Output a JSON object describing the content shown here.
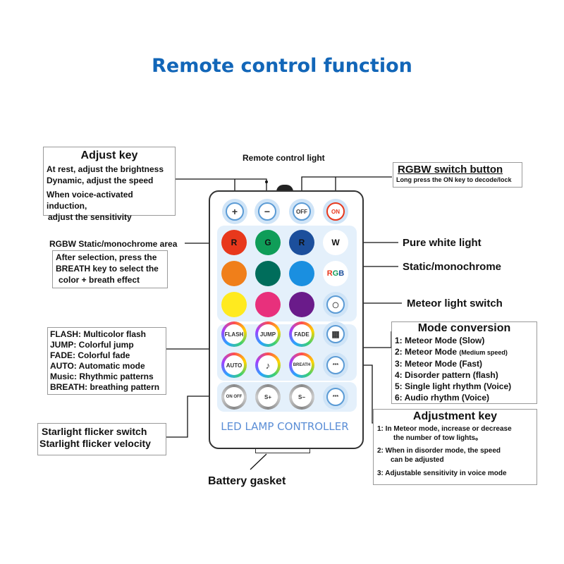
{
  "title": "Remote control function",
  "labels": {
    "remote_light": "Remote control light",
    "rgbw_switch_title": "RGBW switch button",
    "rgbw_switch_desc": "Long press the ON key to decode/lock",
    "pure_white": "Pure white light",
    "static_mono": "Static/monochrome",
    "meteor_switch": "Meteor light switch",
    "rgbw_area": "RGBW Static/monochrome area",
    "battery": "Battery gasket",
    "controller": "LED LAMP CONTROLLER"
  },
  "adjust_key": {
    "title": "Adjust key",
    "lines": [
      "At rest, adjust the brightness",
      "Dynamic, adjust the speed",
      "When voice-activated induction,",
      "adjust the sensitivity"
    ]
  },
  "breath_note": [
    "After selection, press the",
    "BREATH key to select the",
    "color + breath effect"
  ],
  "effects": [
    "FLASH: Multicolor flash",
    "JUMP: Colorful jump",
    "FADE: Colorful fade",
    "AUTO:  Automatic mode",
    "Music: Rhythmic patterns",
    "BREATH: breathing pattern"
  ],
  "starlight": [
    "Starlight flicker switch",
    "Starlight flicker velocity"
  ],
  "mode_conversion": {
    "title": "Mode conversion",
    "items": [
      {
        "num": "1:",
        "text": "Meteor Mode (Slow)",
        "small": ""
      },
      {
        "num": "2:",
        "text": "Meteor Mode",
        "small": "(Medium speed)"
      },
      {
        "num": "3:",
        "text": "Meteor Mode (Fast)",
        "small": ""
      },
      {
        "num": "4:",
        "text": "Disorder pattern  (flash)",
        "small": ""
      },
      {
        "num": "5:",
        "text": "Single light rhythm  (Voice)",
        "small": ""
      },
      {
        "num": "6:",
        "text": "Audio rhythm  (Voice)",
        "small": ""
      }
    ]
  },
  "adjustment_key": {
    "title": "Adjustment key",
    "items": [
      {
        "l1": "1:  In Meteor mode, increase or decrease",
        "l2": "the number of tow lights。"
      },
      {
        "l1": "2:  When in disorder mode, the speed",
        "l2": "can be adjusted"
      },
      {
        "l1": "3:  Adjustable sensitivity in voice mode",
        "l2": ""
      }
    ]
  },
  "remote": {
    "top_buttons": [
      "+",
      "−",
      "OFF",
      "ON"
    ],
    "color_letters": [
      "R",
      "G",
      "R",
      "W",
      "RGB"
    ],
    "colors": {
      "red": "#e8381c",
      "green": "#0f9d58",
      "blue": "#1c4f9c",
      "orange": "#f07f1a",
      "teal": "#006d5b",
      "sky": "#1a8fe0",
      "yellow": "#ffea1f",
      "pink": "#e8307c",
      "purple": "#6a1b8a"
    },
    "effect_buttons": [
      "FLASH",
      "JUMP",
      "FADE",
      "AUTO",
      "♪",
      "BREATH"
    ],
    "bottom_buttons": [
      "ON OFF",
      "S+",
      "S−"
    ]
  },
  "accent_color": "#1266b8"
}
